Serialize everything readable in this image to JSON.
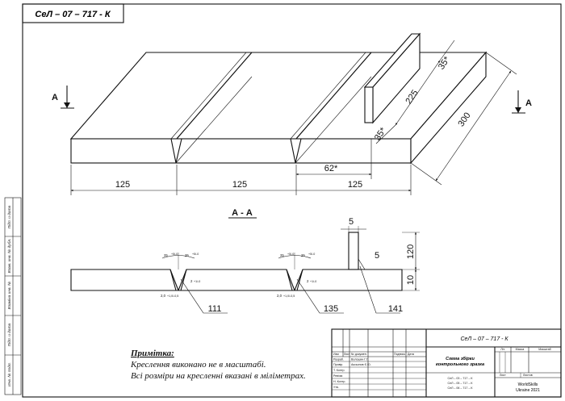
{
  "drawing": {
    "code": "СеЛ – 07 – 717 - К",
    "section_marker": "А",
    "section_title": "А - А",
    "dimensions": {
      "plate_width_1": "125",
      "plate_width_2": "125",
      "plate_width_3": "125",
      "rib_offset": "62*",
      "length": "300",
      "rib_length": "225",
      "rib_end_top": "35*",
      "rib_end_bottom": "35*",
      "rib_thickness": "5",
      "rib_height": "120",
      "plate_thickness": "10",
      "fillet_leg": "5",
      "bevel_angle": "25",
      "bevel_tol": "+5/-0",
      "root_gap": "2,0",
      "root_gap_tol": "+1,0/-0,5",
      "root_face": "2",
      "root_face_tol": "+1/-0"
    },
    "processes": {
      "process_1": "111",
      "process_2": "135",
      "process_3": "141"
    },
    "note": {
      "title": "Примітка:",
      "line_1": "Креслення виконано не в масштабі.",
      "line_2": "Всі розміри на кресленні вказані в міліметрах."
    },
    "side_stamp": {
      "c1": "Підп. и дата",
      "c2": "Взам. инв. № дубл.",
      "c3": "Взаміна инв. №",
      "c4": "Підп. и дата",
      "c5": "Инв. № подл."
    },
    "title_block": {
      "code": "СеЛ – 07 – 717 - К",
      "doc_name_1": "Схема збірки",
      "doc_name_2": "контрольного зразка",
      "col_izm": "Изм",
      "col_list": "Лист",
      "col_doc": "№ докумен.",
      "col_sign": "Подпись",
      "col_date": "Дата",
      "row_razrab": "Разраб.",
      "row_prov": "Провір.",
      "row_tkontr": "Т. Контр.",
      "row_reviz": "Ревізія",
      "row_nkontr": "Н. Контр.",
      "row_utv": "Утв.",
      "name_1": "Волошин Г.Г.",
      "name_2": "Аксьонов Є.Ю.",
      "lit": "Літ.",
      "mass": "Масса",
      "scale": "Масштаб",
      "sheet": "Лист",
      "sheets": "Листов",
      "spec_1": "СеЛ – 03 – 717 – К",
      "spec_2": "СеЛ – 05 – 717 – К",
      "spec_3": "СеЛ – 06 – 717 – К",
      "org_1": "WorldSkills",
      "org_2": "Ukraine 2021"
    }
  }
}
